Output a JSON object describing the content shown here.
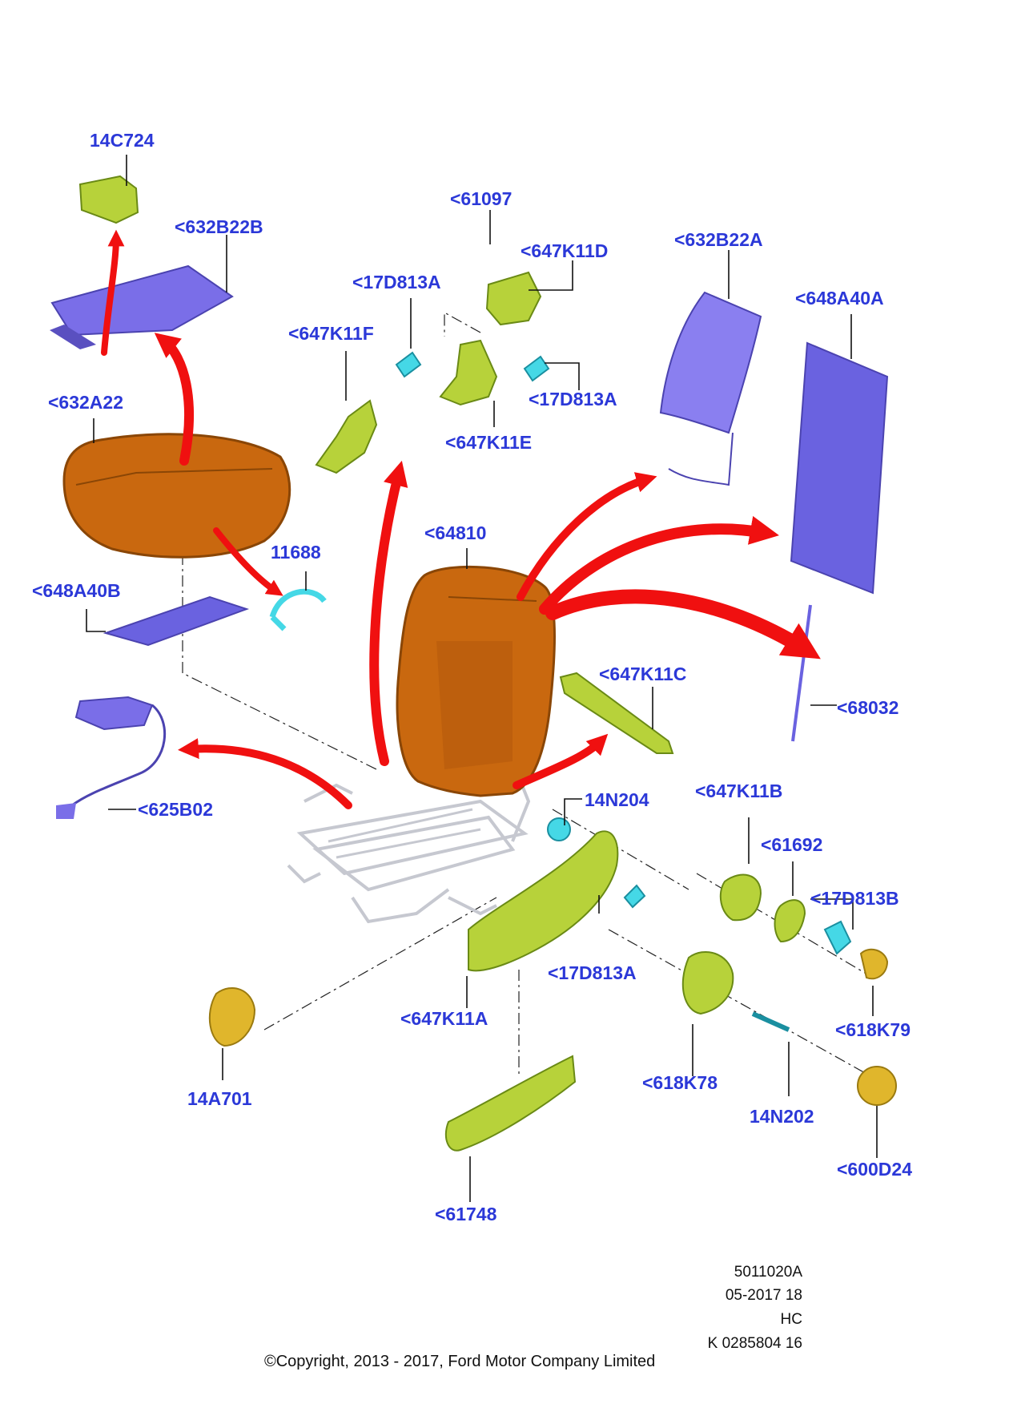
{
  "colors": {
    "label": "#2b38d8",
    "foam": "#c9680f",
    "cover": "#7a6ee8",
    "trim": "#b7d23a",
    "clip": "#45d8e6",
    "knob": "#e0b62c",
    "arrow": "#f01010",
    "frame": "#c6c8d0"
  },
  "labels": {
    "p_14c724": "14C724",
    "p_632b22b": "<632B22B",
    "p_61097": "<61097",
    "p_647k11d": "<647K11D",
    "p_632b22a": "<632B22A",
    "p_17d813a_top": "<17D813A",
    "p_648a40a": "<648A40A",
    "p_647k11f": "<647K11F",
    "p_17d813a_right": "<17D813A",
    "p_632a22": "<632A22",
    "p_647k11e": "<647K11E",
    "p_64810": "<64810",
    "p_11688": "11688",
    "p_648a40b": "<648A40B",
    "p_647k11c": "<647K11C",
    "p_68032": "<68032",
    "p_625b02": "<625B02",
    "p_14n204": "14N204",
    "p_647k11b": "<647K11B",
    "p_61692": "<61692",
    "p_17d813b": "<17D813B",
    "p_17d813a_low": "<17D813A",
    "p_647k11a": "<647K11A",
    "p_618k79": "<618K79",
    "p_14a701": "14A701",
    "p_618k78": "<618K78",
    "p_14n202": "14N202",
    "p_600d24": "<600D24",
    "p_61748": "<61748"
  },
  "meta": {
    "drawing_number": "5011020A",
    "date": "05-2017 18",
    "code": "HC",
    "ref": "K 0285804 16"
  },
  "copyright": "©Copyright, 2013 - 2017, Ford Motor Company Limited"
}
